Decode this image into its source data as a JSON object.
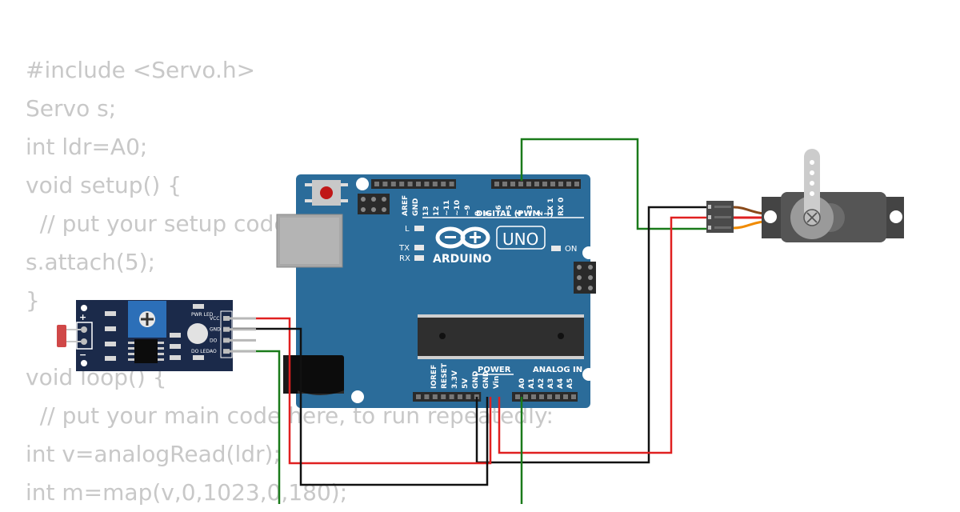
{
  "code_lines": [
    "#include <Servo.h>",
    "Servo s;",
    "int ldr=A0;",
    "void setup() {",
    "  // put your setup code here, to run once:",
    "s.attach(5);",
    "}",
    "",
    "void loop() {",
    "  // put your main code here, to run repeatedly:",
    "int v=analogRead(ldr);",
    "int m=map(v,0,1023,0,180);"
  ],
  "arduino": {
    "brand": "ARDUINO",
    "model": "UNO",
    "digital_label": "DIGITAL (PWM ~)",
    "on_label": "ON",
    "led_l": "L",
    "led_tx": "TX",
    "led_rx": "RX",
    "power_label": "POWER",
    "analog_label": "ANALOG IN",
    "digital_pins": [
      "AREF",
      "GND",
      "13",
      "12",
      "~11",
      "~10",
      "~9",
      "8",
      "7",
      "~6",
      "~5",
      "4",
      "~3",
      "2",
      "TX 1",
      "RX 0"
    ],
    "power_pins": [
      "IOREF",
      "RESET",
      "3.3V",
      "5V",
      "GND",
      "GND",
      "Vin"
    ],
    "analog_pins": [
      "A0",
      "A1",
      "A2",
      "A3",
      "A4",
      "A5"
    ]
  },
  "ldr_module": {
    "plus": "+",
    "minus": "−",
    "pwr_led": "PWR LED",
    "do_led": "DO LED",
    "pins": [
      "VCC",
      "GND",
      "DO",
      "AO"
    ]
  },
  "colors": {
    "board": "#2b6c9a",
    "module": "#1b2a4a",
    "wire_red": "#e02020",
    "wire_black": "#111111",
    "wire_green": "#1a7a1a",
    "servo": "#555555",
    "code_text": "#c8c8c8"
  }
}
